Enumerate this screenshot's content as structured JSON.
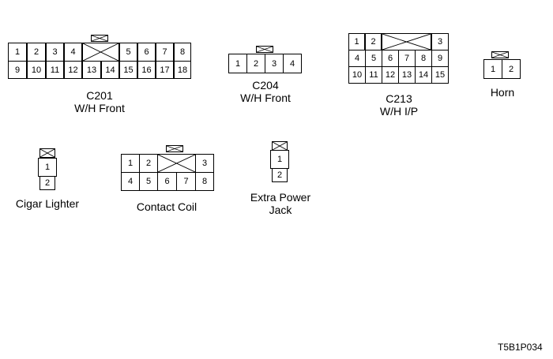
{
  "connectors": {
    "c201": {
      "name": "C201",
      "location": "W/H Front",
      "row1": [
        "1",
        "2",
        "3",
        "4",
        "5",
        "6",
        "7",
        "8"
      ],
      "row2": [
        "9",
        "10",
        "11",
        "12",
        "13",
        "14",
        "15",
        "16",
        "17",
        "18"
      ]
    },
    "c204": {
      "name": "C204",
      "location": "W/H Front",
      "pins": [
        "1",
        "2",
        "3",
        "4"
      ]
    },
    "c213": {
      "name": "C213",
      "location": "W/H I/P",
      "row1": [
        "1",
        "2",
        "3"
      ],
      "row2": [
        "4",
        "5",
        "6",
        "7",
        "8",
        "9"
      ],
      "row3": [
        "10",
        "11",
        "12",
        "13",
        "14",
        "15"
      ]
    },
    "horn": {
      "name": "Horn",
      "pins": [
        "1",
        "2"
      ]
    },
    "cigar_lighter": {
      "name": "Cigar Lighter",
      "pins": [
        "1",
        "2"
      ]
    },
    "contact_coil": {
      "name": "Contact Coil",
      "row1": [
        "1",
        "2",
        "3"
      ],
      "row2": [
        "4",
        "5",
        "6",
        "7",
        "8"
      ]
    },
    "extra_power_jack": {
      "name_line1": "Extra Power",
      "name_line2": "Jack",
      "pins": [
        "1",
        "2"
      ]
    }
  },
  "figure_code": "T5B1P034"
}
